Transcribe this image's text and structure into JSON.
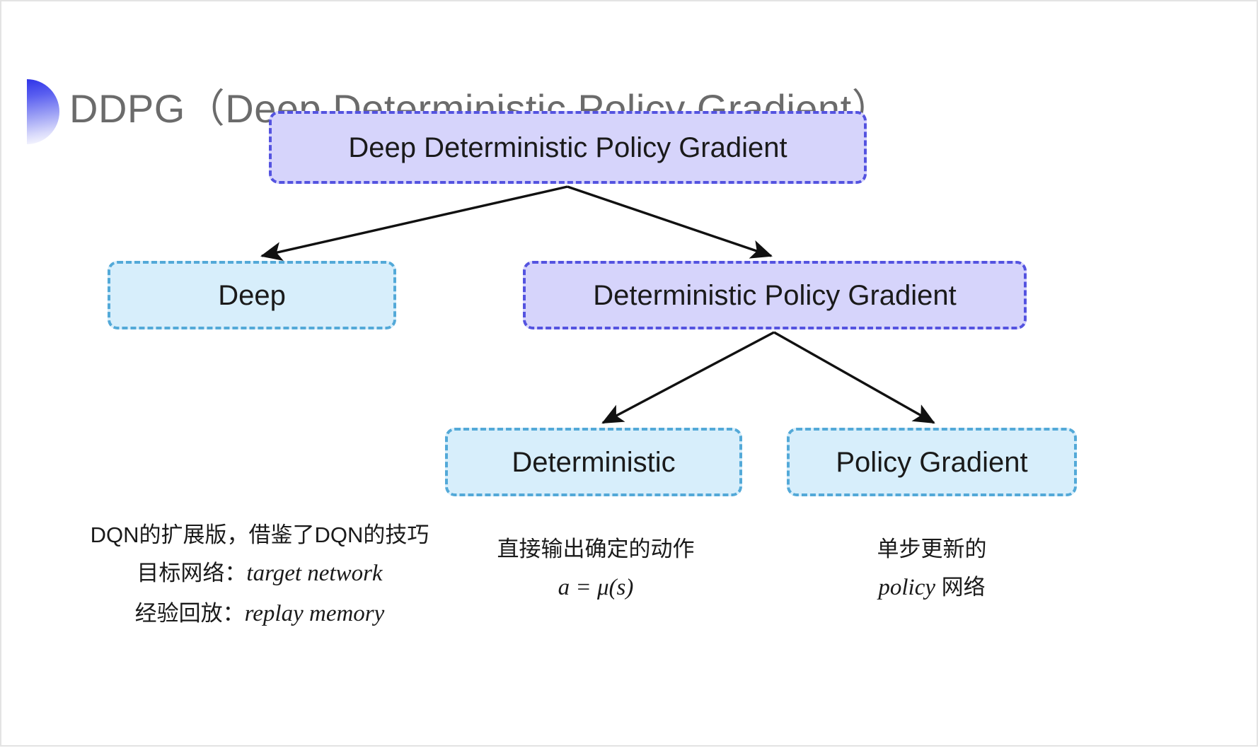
{
  "slide": {
    "title": "DDPG（Deep Deterministic Policy Gradient）",
    "bullet_icon": "half-circle-gradient-icon",
    "title_color": "#6b6b6b",
    "background": "#ffffff"
  },
  "colors": {
    "purple_fill": "#d6d4fb",
    "purple_border": "#5453e0",
    "blue_fill": "#d7eefb",
    "blue_border": "#53a9d8",
    "arrow": "#111111",
    "text": "#1a1a1a"
  },
  "diagram": {
    "type": "tree",
    "nodes": [
      {
        "id": "root",
        "label": "Deep Deterministic Policy Gradient",
        "style": "purple",
        "level": 0
      },
      {
        "id": "deep",
        "label": "Deep",
        "style": "blue",
        "level": 1
      },
      {
        "id": "dpg",
        "label": "Deterministic Policy Gradient",
        "style": "purple",
        "level": 1
      },
      {
        "id": "det",
        "label": "Deterministic",
        "style": "blue",
        "level": 2
      },
      {
        "id": "pg",
        "label": "Policy Gradient",
        "style": "blue",
        "level": 2
      }
    ],
    "edges": [
      {
        "from": "root",
        "to": "deep"
      },
      {
        "from": "root",
        "to": "dpg"
      },
      {
        "from": "dpg",
        "to": "det"
      },
      {
        "from": "dpg",
        "to": "pg"
      }
    ]
  },
  "annotations": {
    "deep": {
      "line1": "DQN的扩展版，借鉴了DQN的技巧",
      "line2_label": "目标网络：",
      "line2_term": "target network",
      "line3_label": "经验回放：",
      "line3_term": "replay memory"
    },
    "deterministic": {
      "line1": "直接输出确定的动作",
      "formula": "a = μ(s)"
    },
    "policy_gradient": {
      "line1": "单步更新的",
      "line2_term": "policy",
      "line2_suffix": " 网络"
    }
  }
}
